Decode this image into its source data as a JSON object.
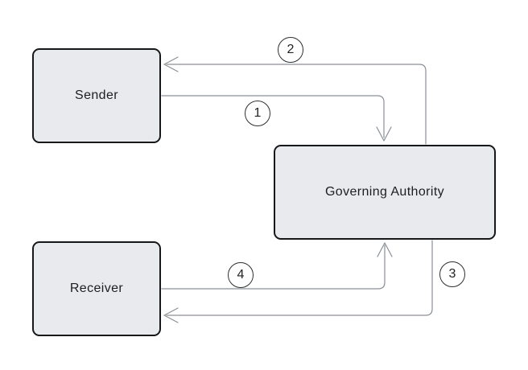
{
  "diagram": {
    "nodes": [
      {
        "id": "sender",
        "label": "Sender"
      },
      {
        "id": "authority",
        "label": "Governing Authority"
      },
      {
        "id": "receiver",
        "label": "Receiver"
      }
    ],
    "steps": [
      {
        "number": "1",
        "from": "Sender",
        "to": "Governing Authority"
      },
      {
        "number": "2",
        "from": "Governing Authority",
        "to": "Sender"
      },
      {
        "number": "3",
        "from": "Governing Authority",
        "to": "Receiver"
      },
      {
        "number": "4",
        "from": "Receiver",
        "to": "Governing Authority"
      }
    ],
    "colors": {
      "background": "#ffffff",
      "node_fill": "#e8eaed",
      "node_border": "#17181a",
      "connector": "#8a8f98",
      "badge_fill": "#ffffff",
      "badge_border": "#2e2f33",
      "label_text": "#1d1e20"
    }
  }
}
